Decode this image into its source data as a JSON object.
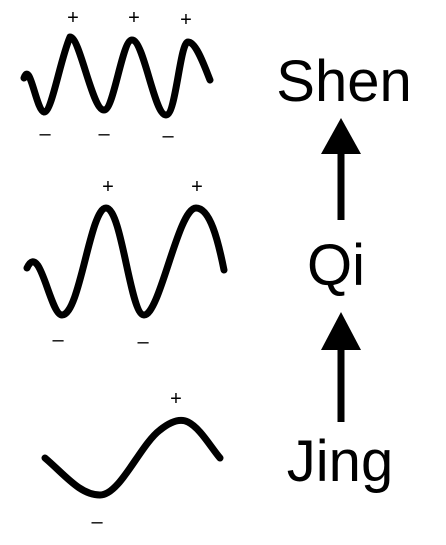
{
  "stages": [
    {
      "label": "Shen",
      "plus_signs": [
        "+",
        "+",
        "+"
      ],
      "minus_signs": [
        "–",
        "–",
        "–"
      ]
    },
    {
      "label": "Qi",
      "plus_signs": [
        "+",
        "+"
      ],
      "minus_signs": [
        "–",
        "–"
      ]
    },
    {
      "label": "Jing",
      "plus_signs": [
        "+"
      ],
      "minus_signs": [
        "–"
      ]
    }
  ],
  "colors": {
    "ink": "#000000",
    "background": "#ffffff"
  }
}
